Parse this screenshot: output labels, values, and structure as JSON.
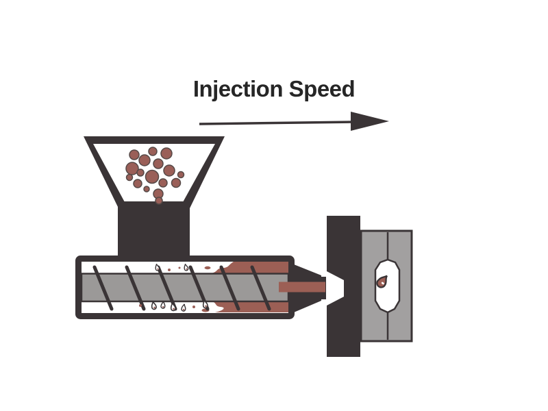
{
  "title": {
    "label": "Injection Speed"
  },
  "arrow": {
    "direction": "right"
  },
  "colors": {
    "dark": "#3a3436",
    "screw_gray": "#9b9998",
    "mold_gray": "#a2a0a0",
    "melt_brown": "#9c5f55",
    "pellet_brown": "#9a5f58",
    "pellet_outline": "#554947",
    "background": "#ffffff",
    "text": "#262626"
  },
  "components": {
    "hopper": {
      "label": "hopper"
    },
    "pellets": {
      "label": "plastic pellets",
      "count": 17
    },
    "barrel": {
      "label": "barrel"
    },
    "screw": {
      "label": "screw",
      "flight_count": 6
    },
    "melt": {
      "label": "molten plastic"
    },
    "nozzle": {
      "label": "nozzle"
    },
    "platen": {
      "label": "stationary platen with sprue inlet"
    },
    "mold": {
      "label": "mold halves"
    },
    "cavity": {
      "label": "part cavity"
    },
    "cavity_droplet": {
      "label": "melt drop in cavity"
    }
  }
}
